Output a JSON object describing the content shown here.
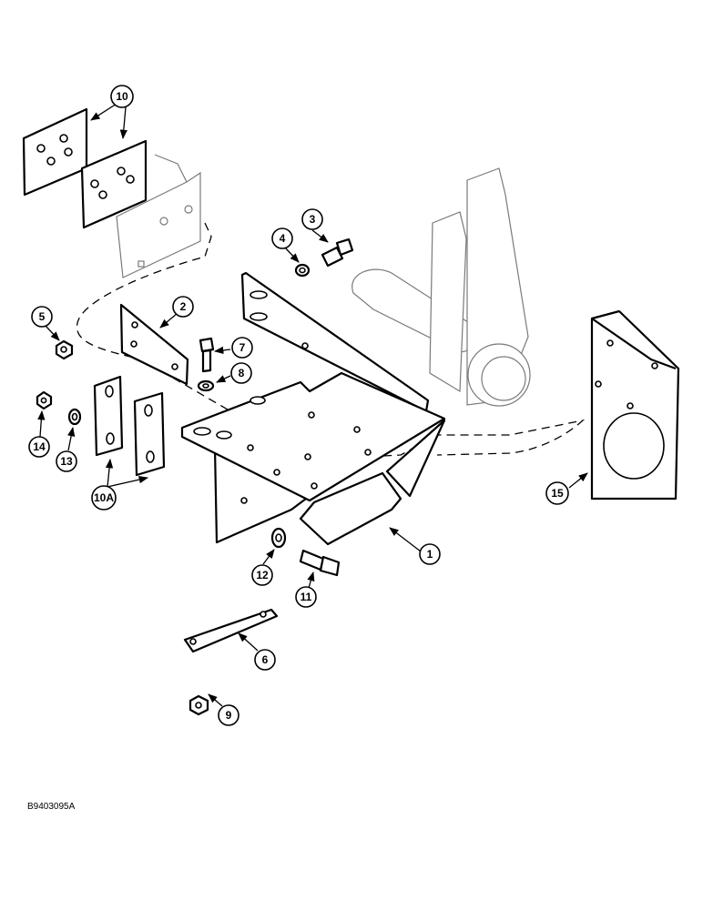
{
  "figure_code": "B9403095A",
  "callouts": [
    {
      "label": "10"
    },
    {
      "label": "3"
    },
    {
      "label": "4"
    },
    {
      "label": "2"
    },
    {
      "label": "5"
    },
    {
      "label": "7"
    },
    {
      "label": "8"
    },
    {
      "label": "14"
    },
    {
      "label": "13"
    },
    {
      "label": "10A"
    },
    {
      "label": "15"
    },
    {
      "label": "1"
    },
    {
      "label": "12"
    },
    {
      "label": "11"
    },
    {
      "label": "6"
    },
    {
      "label": "9"
    }
  ]
}
